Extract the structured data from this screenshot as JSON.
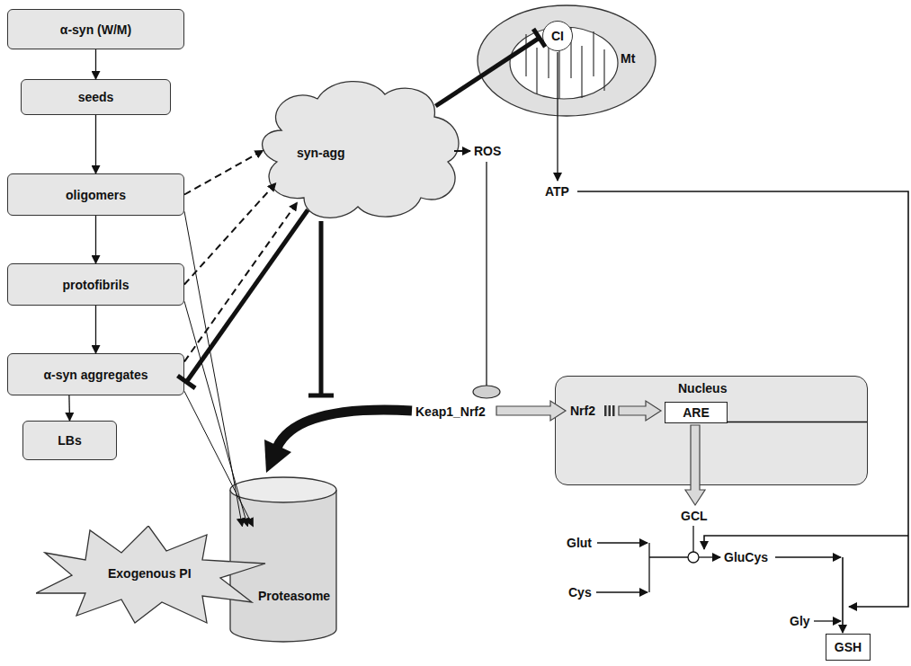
{
  "diagram": {
    "nodes": [
      {
        "text": [
          "α-syn (W/M)"
        ]
      },
      {
        "text": [
          "seeds"
        ]
      },
      {
        "text": [
          "oligomers"
        ]
      },
      {
        "text": [
          "protofibrils"
        ]
      },
      {
        "text": [
          "α-syn aggregates"
        ]
      },
      {
        "text": [
          "LBs"
        ]
      },
      {
        "text": [
          "syn-agg"
        ]
      },
      {
        "text": [
          "Mt"
        ]
      },
      {
        "text": [
          "CI"
        ],
        "in": 7
      },
      {
        "text": [
          "Nucleus"
        ]
      },
      {
        "text": [
          "ARE"
        ],
        "in": 9
      },
      {
        "text": [
          "Exogenous PI"
        ]
      },
      {
        "text": [
          "Proteasome"
        ]
      },
      {
        "text": [
          "GSH"
        ]
      }
    ],
    "edges": [
      {
        "from": 0,
        "to": 1,
        "arrow": "to"
      },
      {
        "from": 1,
        "to": 2,
        "arrow": "to"
      },
      {
        "from": 2,
        "to": 3,
        "arrow": "to"
      },
      {
        "from": 3,
        "to": 4,
        "arrow": "to"
      },
      {
        "from": 4,
        "to": 5,
        "arrow": "to"
      },
      {
        "from": 2,
        "to": 6,
        "arrow": "to"
      },
      {
        "from": 3,
        "to": 6,
        "arrow": "to"
      },
      {
        "from": 4,
        "to": 6,
        "arrow": "to"
      },
      {
        "from": 6,
        "to": 4,
        "arrow": "to"
      },
      {
        "from": 6,
        "to": 8,
        "arrow": "to"
      },
      {
        "from": 2,
        "to": 12,
        "arrow": "to"
      },
      {
        "from": 3,
        "to": 12,
        "arrow": "to"
      },
      {
        "from": 4,
        "to": 12,
        "arrow": "to"
      }
    ],
    "labels": [
      "ROS",
      "ATP",
      "Keap1_Nrf2",
      "Nrf2",
      "GCL",
      "Glut",
      "Cys",
      "GluCys",
      "Gly"
    ]
  }
}
